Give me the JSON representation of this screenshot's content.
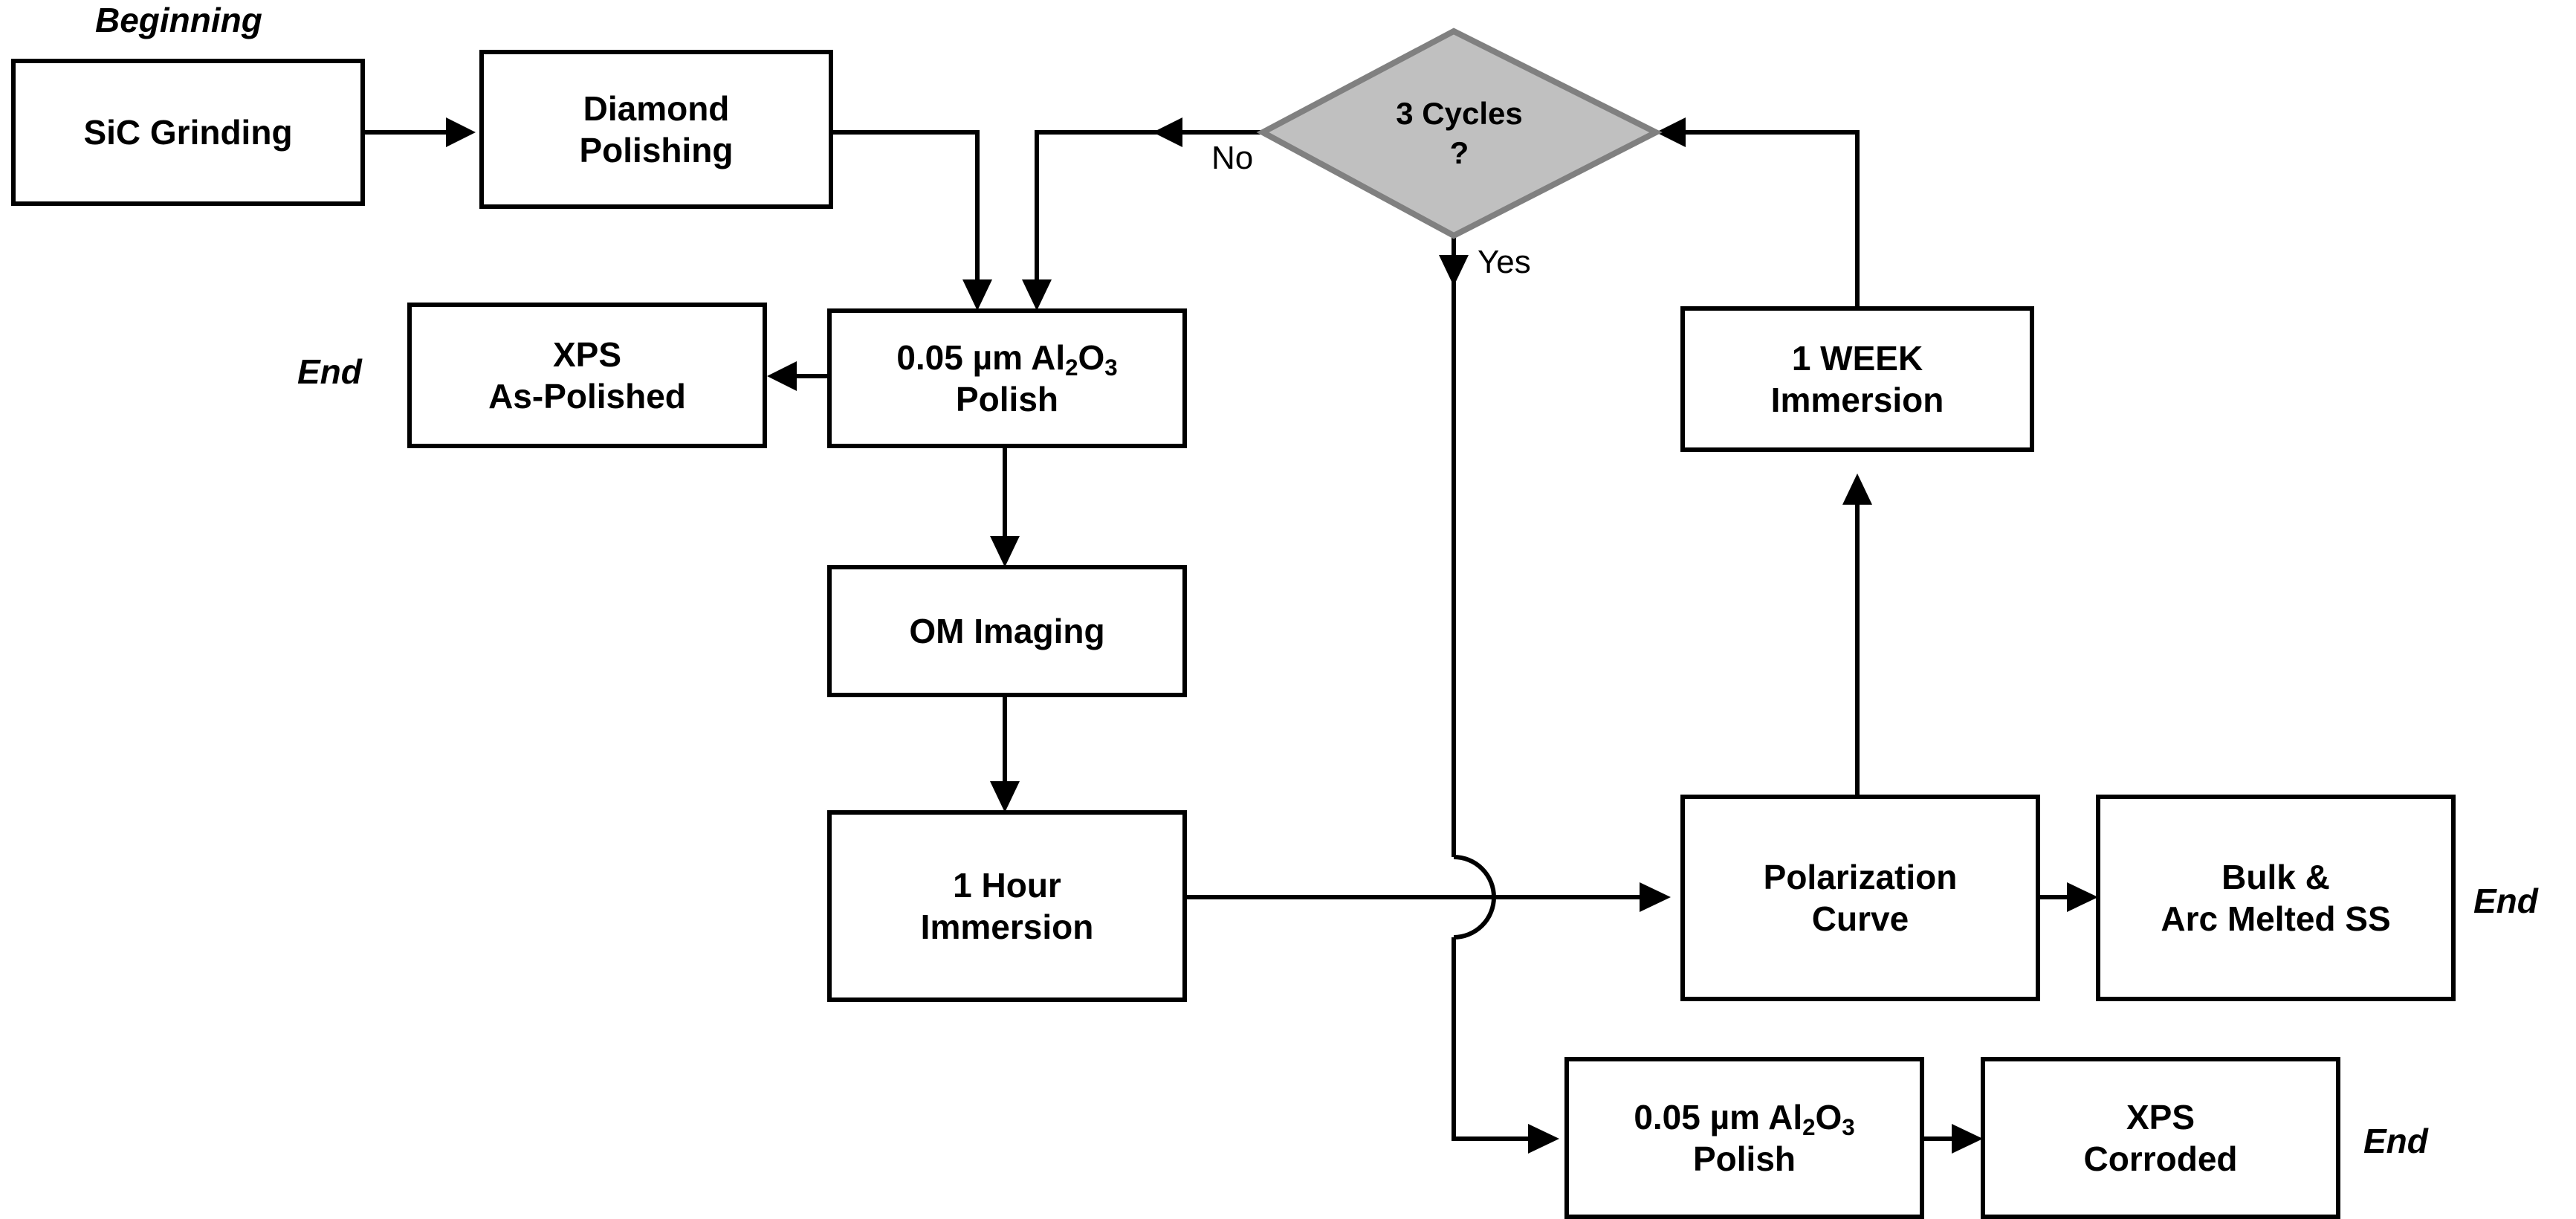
{
  "diagram": {
    "title_markers": {
      "beginning": "Beginning",
      "end": "End"
    },
    "decision_labels": {
      "no": "No",
      "yes": "Yes"
    }
  },
  "nodes": {
    "sic_grinding": {
      "line1": "SiC Grinding"
    },
    "diamond_polishing": {
      "line1": "Diamond",
      "line2": "Polishing"
    },
    "xps_as_polished": {
      "line1": "XPS",
      "line2": "As-Polished"
    },
    "alumina_polish_main": {
      "line1_a": "0.05 µm Al",
      "line1_sub1": "2",
      "line1_b": "O",
      "line1_sub2": "3",
      "line2": "Polish"
    },
    "om_imaging": {
      "line1": "OM Imaging"
    },
    "one_hour_immersion": {
      "line1": "1 Hour",
      "line2": "Immersion"
    },
    "three_cycles": {
      "line1": "3 Cycles",
      "line2": "?"
    },
    "one_week_immersion": {
      "line1": "1 WEEK",
      "line2": "Immersion"
    },
    "polarization_curve": {
      "line1": "Polarization",
      "line2": "Curve"
    },
    "bulk_arc_melted": {
      "line1": "Bulk &",
      "line2": "Arc Melted SS"
    },
    "alumina_polish_bottom": {
      "line1_a": "0.05 µm Al",
      "line1_sub1": "2",
      "line1_b": "O",
      "line1_sub2": "3",
      "line2": "Polish"
    },
    "xps_corroded": {
      "line1": "XPS",
      "line2": "Corroded"
    }
  },
  "end_markers": {
    "after_xps_as_polished": "End",
    "after_bulk_arc_melted": "End",
    "after_xps_corroded": "End"
  },
  "colors": {
    "box_fill": "#ffffff",
    "box_stroke": "#000000",
    "diamond_fill": "#c0c0c0",
    "diamond_stroke": "#808080",
    "line": "#000000",
    "background": "#ffffff"
  }
}
